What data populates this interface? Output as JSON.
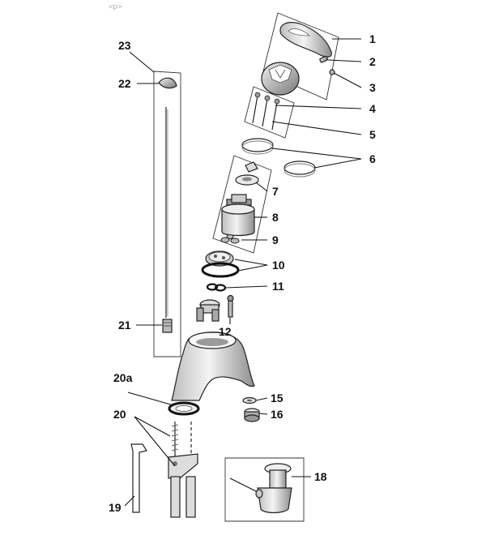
{
  "corner_tag": "<p>",
  "labels": {
    "l1": "1",
    "l2": "2",
    "l3": "3",
    "l4": "4",
    "l5": "5",
    "l6": "6",
    "l7": "7",
    "l8": "8",
    "l9": "9",
    "l10": "10",
    "l11": "11",
    "l12": "12",
    "l15": "15",
    "l16": "16",
    "l18": "18",
    "l19": "19",
    "l20": "20",
    "l20a": "20a",
    "l21": "21",
    "l22": "22",
    "l23": "23"
  },
  "colors": {
    "ink": "#111111",
    "metal": "#e6e6e6",
    "shade": "#9a9a9a"
  }
}
